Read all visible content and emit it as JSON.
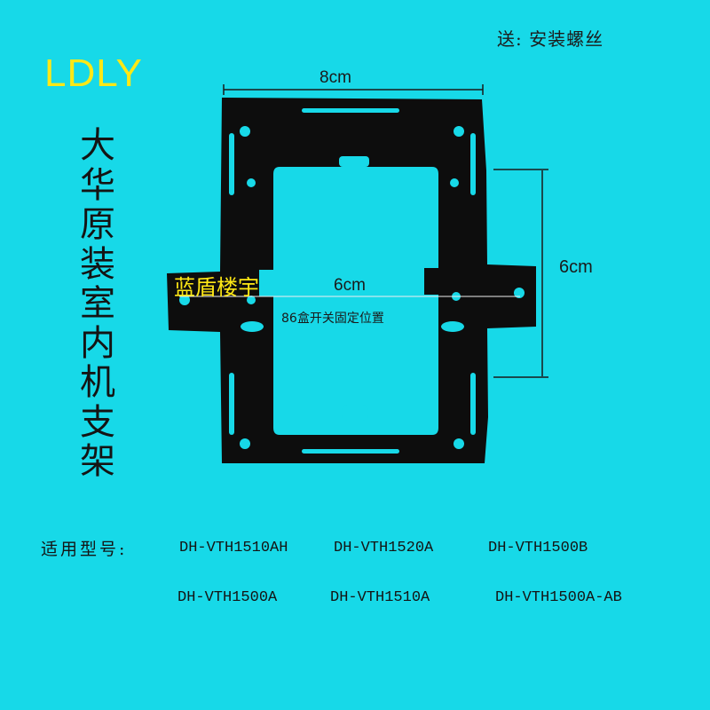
{
  "gift_text": "送: 安装螺丝",
  "brand": "LDLY",
  "product_title": "大华原装室内机支架",
  "dimensions": {
    "width_label": "8cm",
    "height_label": "6cm",
    "hole_spacing_label": "6cm"
  },
  "box_label": "86盒开关固定位置",
  "watermark": "蓝盾楼宇",
  "models": {
    "label": "适用型号:",
    "items": [
      "DH-VTH1510AH",
      "DH-VTH1520A",
      "DH-VTH1500B",
      "DH-VTH1500A",
      "DH-VTH1510A",
      "DH-VTH1500A-AB"
    ]
  },
  "colors": {
    "background": "#17d9e8",
    "bracket": "#0d0d0d",
    "brand_yellow": "#ffe815",
    "text": "#141414"
  }
}
